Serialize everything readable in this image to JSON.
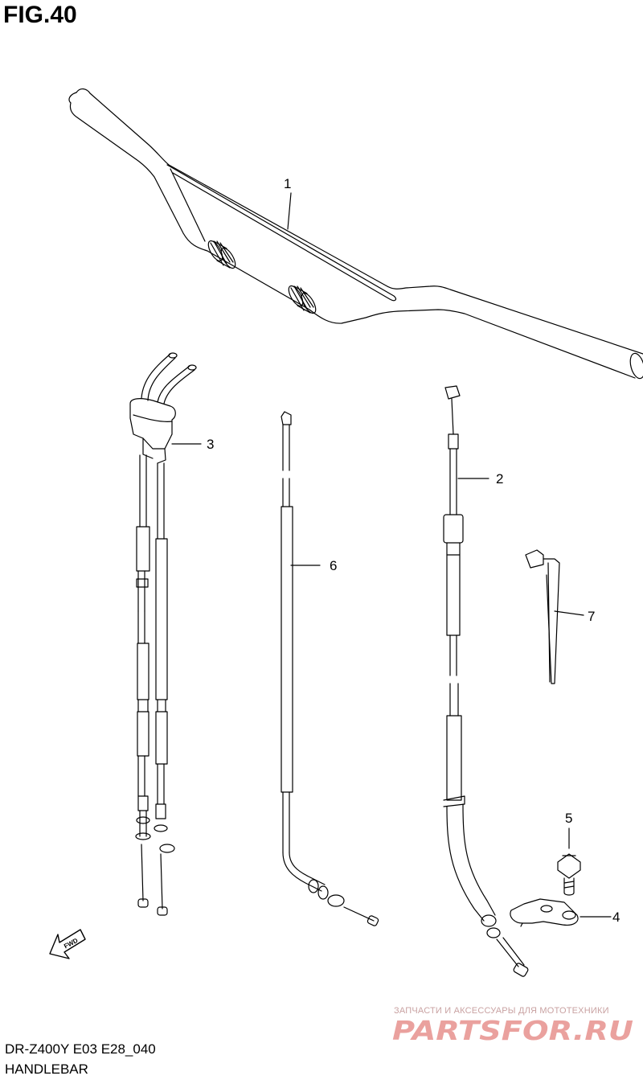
{
  "figure": {
    "title": "FIG.40"
  },
  "footer": {
    "model_code": "DR-Z400Y E03 E28_040",
    "section": "HANDLEBAR"
  },
  "callouts": [
    {
      "id": "handlebar",
      "number": "1"
    },
    {
      "id": "clutch-cable",
      "number": "2"
    },
    {
      "id": "throttle-cable-set",
      "number": "3"
    },
    {
      "id": "bracket",
      "number": "4"
    },
    {
      "id": "bolt",
      "number": "5"
    },
    {
      "id": "hot-start-cable",
      "number": "6"
    },
    {
      "id": "tie-clamp",
      "number": "7"
    }
  ],
  "direction_indicator": {
    "label": "FWD"
  },
  "watermark": {
    "tagline": "ЗАПЧАСТИ И АКСЕССУАРЫ ДЛЯ МОТОТЕХНИКИ",
    "logo": "PARTSFOR.RU",
    "color": "#d9534f"
  },
  "colors": {
    "line": "#000000",
    "background": "#ffffff",
    "watermark_light": "#c9a2a2"
  }
}
